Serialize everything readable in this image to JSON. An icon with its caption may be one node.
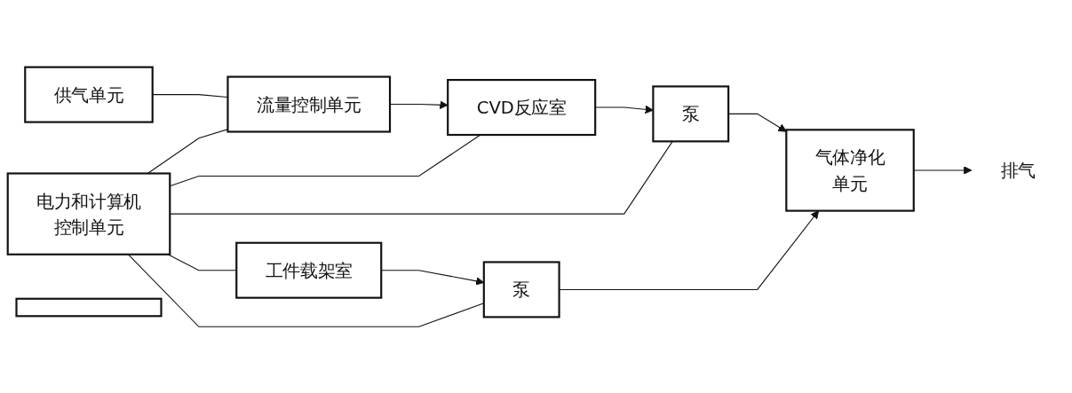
{
  "diagram": {
    "nodes": [
      {
        "text": [
          "供气单元"
        ]
      },
      {
        "text": [
          "流量控制单元"
        ]
      },
      {
        "text": [
          "电力和计算机",
          "控制单元"
        ]
      },
      {
        "text": [
          "CVD反应室"
        ]
      },
      {
        "text": [],
        "shape": "bar"
      },
      {
        "text": [
          "工件载架室"
        ]
      },
      {
        "text": [
          "泵"
        ]
      },
      {
        "text": [
          "泵"
        ]
      },
      {
        "text": [
          "气体净化",
          "单元"
        ]
      },
      {
        "text": [
          "排气"
        ]
      }
    ],
    "edges": [
      {
        "from": 0,
        "to": 1,
        "arrow": "none"
      },
      {
        "from": 1,
        "to": 3,
        "arrow": "to"
      },
      {
        "from": 3,
        "to": 6,
        "arrow": "to"
      },
      {
        "from": 6,
        "to": 8,
        "arrow": "to"
      },
      {
        "from": 5,
        "to": 7,
        "arrow": "to"
      },
      {
        "from": 7,
        "to": 8,
        "arrow": "to"
      },
      {
        "from": 8,
        "to": 9,
        "arrow": "to"
      },
      {
        "from": 2,
        "to": 1,
        "arrow": "none"
      },
      {
        "from": 2,
        "to": 6,
        "arrow": "none"
      },
      {
        "from": 2,
        "to": 3,
        "arrow": "none"
      },
      {
        "from": 2,
        "to": 5,
        "arrow": "none"
      },
      {
        "from": 2,
        "to": 7,
        "arrow": "none"
      }
    ]
  }
}
